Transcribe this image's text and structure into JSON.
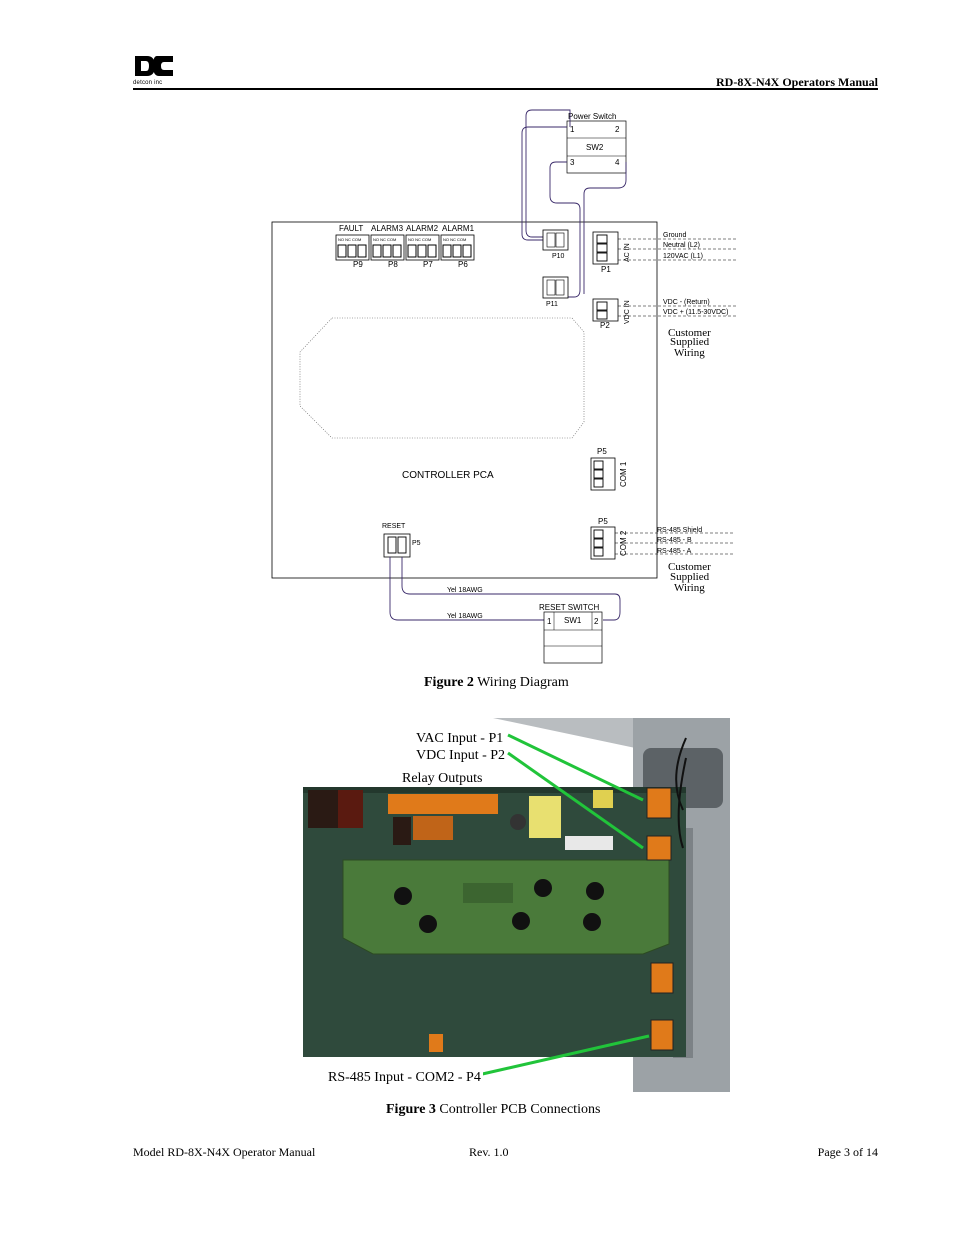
{
  "header": {
    "manual_title": "RD-8X-N4X Operators Manual",
    "logo_text": "detcon inc"
  },
  "figure2": {
    "caption_bold": "Figure 2",
    "caption_text": "Wiring Diagram",
    "power_switch": "Power Switch",
    "sw2": "SW2",
    "sw2_pins": [
      "1",
      "2",
      "3",
      "4"
    ],
    "relays": [
      {
        "name": "FAULT",
        "plug": "P9"
      },
      {
        "name": "ALARM3",
        "plug": "P8"
      },
      {
        "name": "ALARM2",
        "plug": "P7"
      },
      {
        "name": "ALARM1",
        "plug": "P6"
      }
    ],
    "relay_pins": "NO NC COM",
    "p10": "P10",
    "p11": "P11",
    "p1": "P1",
    "p1_side": "AC IN",
    "p2": "P2",
    "p2_side": "VDC IN",
    "ac_wires": [
      "Ground",
      "Neutral (L2)",
      "120VAC (L1)"
    ],
    "dc_wires": [
      "VDC - (Return)",
      "VDC + (11.5-30VDC)"
    ],
    "customer_wiring_1": [
      "Customer",
      "Supplied",
      "Wiring"
    ],
    "controller": "CONTROLLER PCA",
    "com1_plug": "P5",
    "com1_side": "COM 1",
    "com2_plug": "P5",
    "com2_side": "COM 2",
    "rs485_wires": [
      "RS-485 Shield",
      "RS-485 - B",
      "RS-485 - A"
    ],
    "customer_wiring_2": [
      "Customer",
      "Supplied",
      "Wiring"
    ],
    "reset": "RESET",
    "reset_plug": "P5",
    "wire_gauge_1": "Yel 18AWG",
    "wire_gauge_2": "Yel 18AWG",
    "reset_switch": "RESET SWITCH",
    "sw1": "SW1",
    "sw1_pins": [
      "1",
      "2"
    ]
  },
  "figure3": {
    "caption_bold": "Figure 3",
    "caption_text": "Controller PCB Connections",
    "labels": {
      "vac": "VAC Input - P1",
      "vdc": "VDC Input - P2",
      "relay": "Relay Outputs",
      "rs485": "RS-485 Input - COM2 - P4"
    },
    "colors": {
      "board": "#2f4a3c",
      "display_board": "#4a7a3a",
      "terminal": "#e07a1a",
      "callout": "#21c43a",
      "enclosure": "#b9bdc0"
    }
  },
  "footer": {
    "left": "Model RD-8X-N4X Operator Manual",
    "center": "Rev. 1.0",
    "right": "Page 3 of 14"
  }
}
